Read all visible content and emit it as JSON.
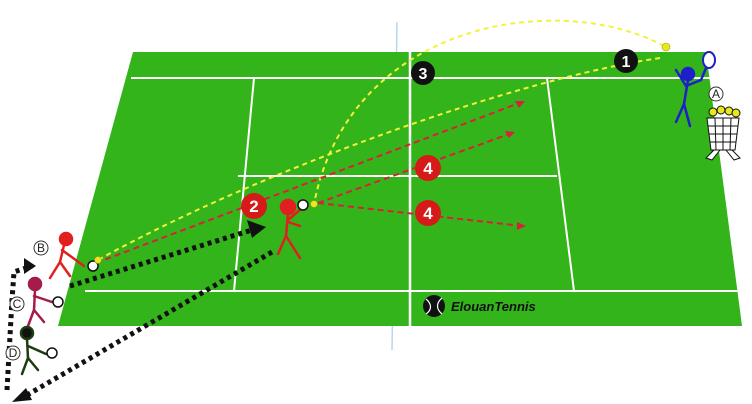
{
  "colors": {
    "court": "#33b41a",
    "lines": "#ffffff",
    "ball_path": "#f2f23a",
    "shot_path": "#d9203a",
    "player_move": "#111111",
    "player_a": "#1f1fc9",
    "player_b": "#e21f1f",
    "player_c": "#a51b4c",
    "player_d": "#1c3d12"
  },
  "steps": [
    {
      "id": "step-1",
      "label": "1",
      "color": "#111111"
    },
    {
      "id": "step-2",
      "label": "2",
      "color": "#d61a1a"
    },
    {
      "id": "step-3",
      "label": "3",
      "color": "#111111"
    },
    {
      "id": "step-4a",
      "label": "4",
      "color": "#d61a1a"
    },
    {
      "id": "step-4b",
      "label": "4",
      "color": "#d61a1a"
    }
  ],
  "players": [
    {
      "id": "A",
      "label": "A",
      "role": "feeder",
      "icon": "ball-basket-icon"
    },
    {
      "id": "B",
      "label": "B"
    },
    {
      "id": "C",
      "label": "C"
    },
    {
      "id": "D",
      "label": "D"
    }
  ],
  "brand": {
    "name": "ElouanTennis",
    "icon": "tennis-ball-logo-icon"
  }
}
